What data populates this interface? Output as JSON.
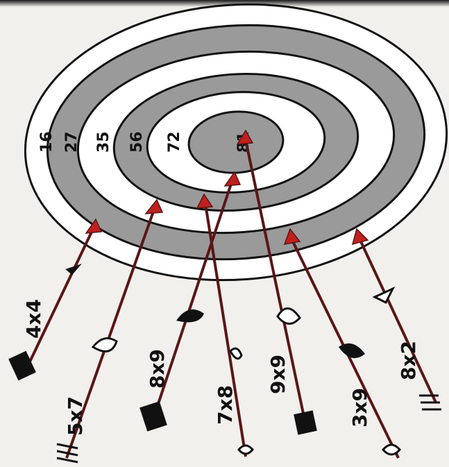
{
  "target": {
    "ring_scores": [
      "16",
      "27",
      "35",
      "56",
      "72",
      "81"
    ],
    "colors": {
      "white_ring": "#ffffff",
      "gray_ring": "#9a9a9a",
      "outline": "#111111",
      "arrow_shaft": "#5a1616",
      "arrow_head": "#c0201e",
      "paper": "#f2f0ed"
    }
  },
  "arrows": [
    {
      "label": "4x4",
      "ring": "27"
    },
    {
      "label": "5x7",
      "ring": "35"
    },
    {
      "label": "8x9",
      "ring": "72"
    },
    {
      "label": "7x8",
      "ring": "56"
    },
    {
      "label": "9x9",
      "ring": "81"
    },
    {
      "label": "3x9",
      "ring": "27"
    },
    {
      "label": "8x2",
      "ring": "16"
    }
  ]
}
